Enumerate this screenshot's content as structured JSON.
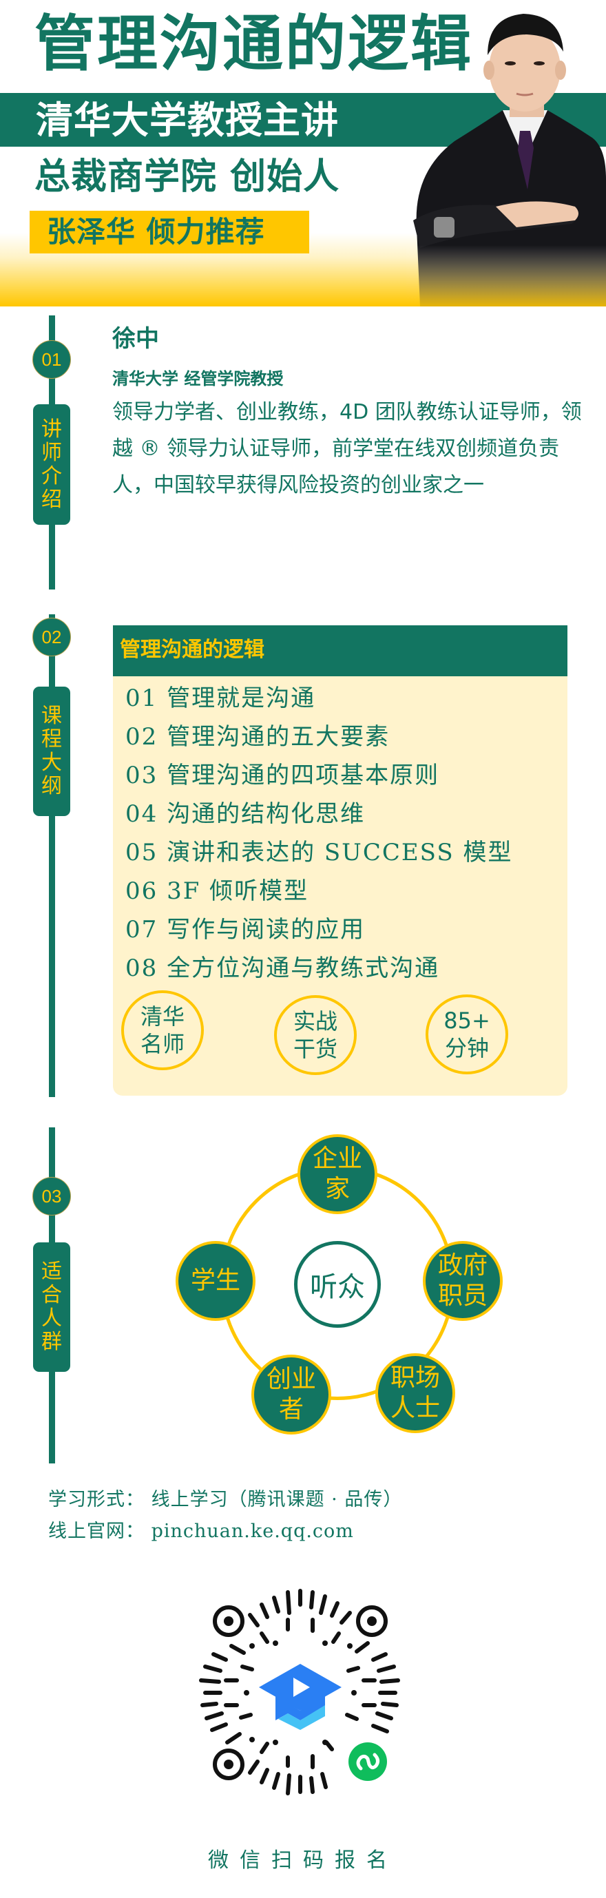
{
  "colors": {
    "brand_green": "#127561",
    "accent_yellow": "#ffc600",
    "card_cream": "#fff3cc",
    "qr_blue": "#2a7ff3",
    "qr_light_blue": "#45c2f5",
    "miniprogram_green": "#0fbd5c"
  },
  "hero": {
    "title": "管理沟通的逻辑",
    "band_text": "清华大学教授主讲",
    "subtitle": "总裁商学院  创始人",
    "recommend": "张泽华  倾力推荐",
    "portrait": "lecturer-portrait"
  },
  "sections": [
    {
      "number": "01",
      "label_chars": [
        "讲",
        "师",
        "介",
        "绍"
      ],
      "lecturer": {
        "name": "徐中",
        "title": "清华大学 经管学院教授",
        "bio": "领导力学者、创业教练，4D 团队教练认证导师，领越 ® 领导力认证导师，前学堂在线双创频道负责人，中国较早获得风险投资的创业家之一"
      }
    },
    {
      "number": "02",
      "label_chars": [
        "课",
        "程",
        "大",
        "纲"
      ],
      "course": {
        "heading": "管理沟通的逻辑",
        "outline": [
          "01 管理就是沟通",
          "02 管理沟通的五大要素",
          "03 管理沟通的四项基本原则",
          "04 沟通的结构化思维",
          "05 演讲和表达的 SUCCESS 模型",
          "06  3F 倾听模型",
          "07 写作与阅读的应用",
          "08 全方位沟通与教练式沟通"
        ],
        "badges": [
          {
            "line1": "清华",
            "line2": "名师"
          },
          {
            "line1": "实战",
            "line2": "干货"
          },
          {
            "line1": "85+",
            "line2": "分钟"
          }
        ]
      }
    },
    {
      "number": "03",
      "label_chars": [
        "适",
        "合",
        "人",
        "群"
      ],
      "audience": {
        "center": "听众",
        "nodes": [
          {
            "line1": "企业",
            "line2": "家"
          },
          {
            "line1": "政府",
            "line2": "职员"
          },
          {
            "line1": "职场",
            "line2": "人士"
          },
          {
            "line1": "创业",
            "line2": "者"
          },
          {
            "line1": "学生",
            "line2": ""
          }
        ]
      }
    }
  ],
  "footer": {
    "study_format": "学习形式： 线上学习（腾讯课题 · 品传）",
    "website": "线上官网： pinchuan.ke.qq.com",
    "qr_caption": "微信扫码报名",
    "qr_logo": "tencent-classroom-logo",
    "qr_badge": "wechat-miniprogram-icon"
  }
}
